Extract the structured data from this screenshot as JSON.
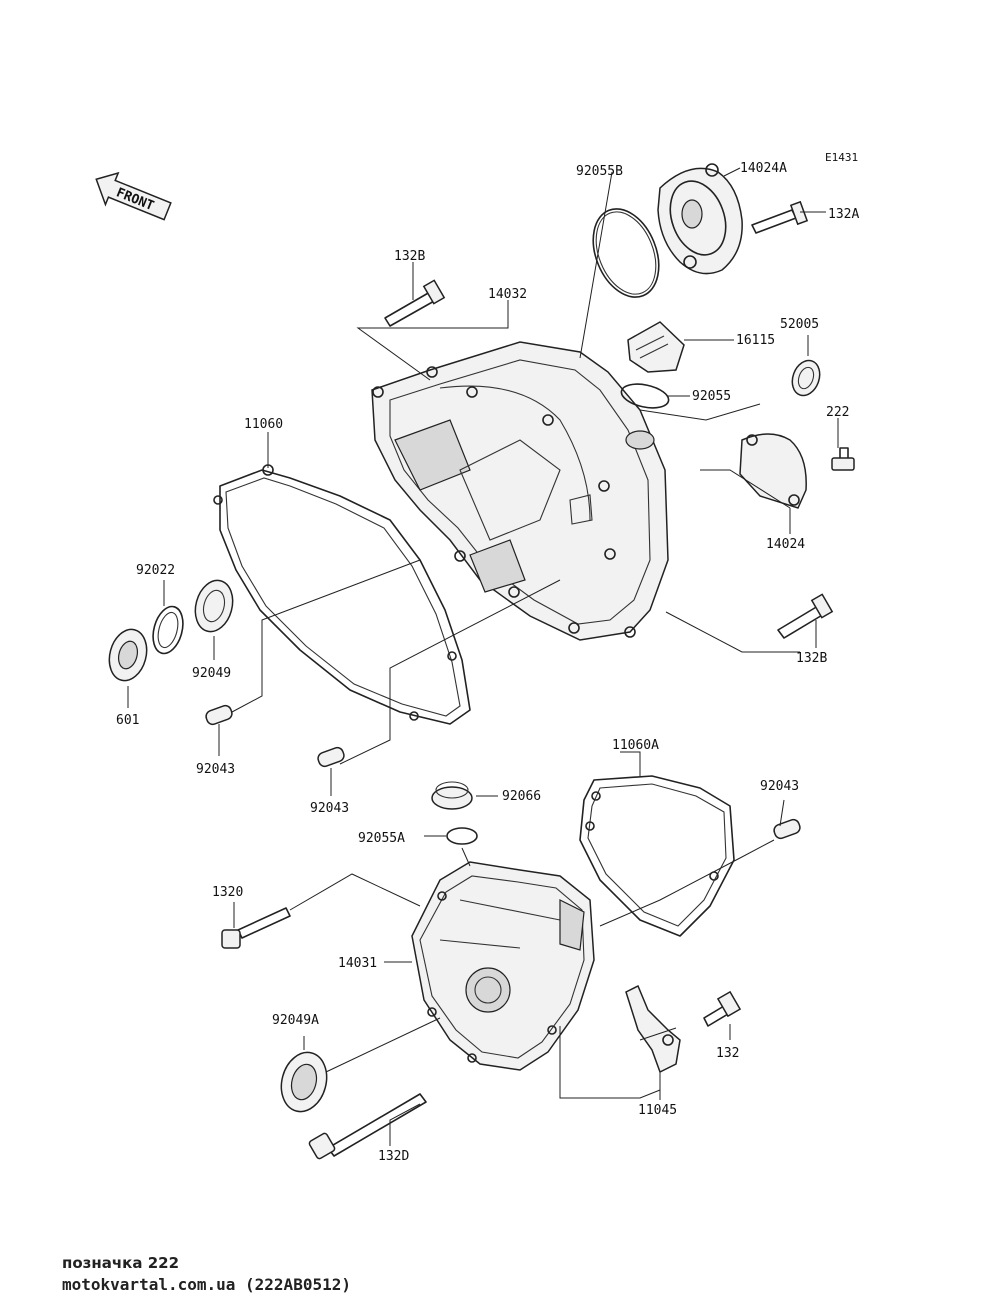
{
  "diagram": {
    "code": "E1431",
    "front_marker": "FRONT",
    "labels": {
      "p92055B": "92055B",
      "p14024A": "14024A",
      "p132A": "132A",
      "p132B_top": "132B",
      "p14032": "14032",
      "p16115": "16115",
      "p52005": "52005",
      "p92055": "92055",
      "p222": "222",
      "p11060": "11060",
      "p14024": "14024",
      "p92022": "92022",
      "p92049": "92049",
      "p132B_right": "132B",
      "p601": "601",
      "p92043_left": "92043",
      "p92043_mid": "92043",
      "p11060A": "11060A",
      "p92066": "92066",
      "p92043_right": "92043",
      "p92055A": "92055A",
      "p1320": "1320",
      "p14031": "14031",
      "p92049A": "92049A",
      "p132": "132",
      "p11045": "11045",
      "p132D": "132D"
    }
  },
  "footer": {
    "caption": "позначка 222",
    "source": "motokvartal.com.ua (222AB0512)"
  }
}
